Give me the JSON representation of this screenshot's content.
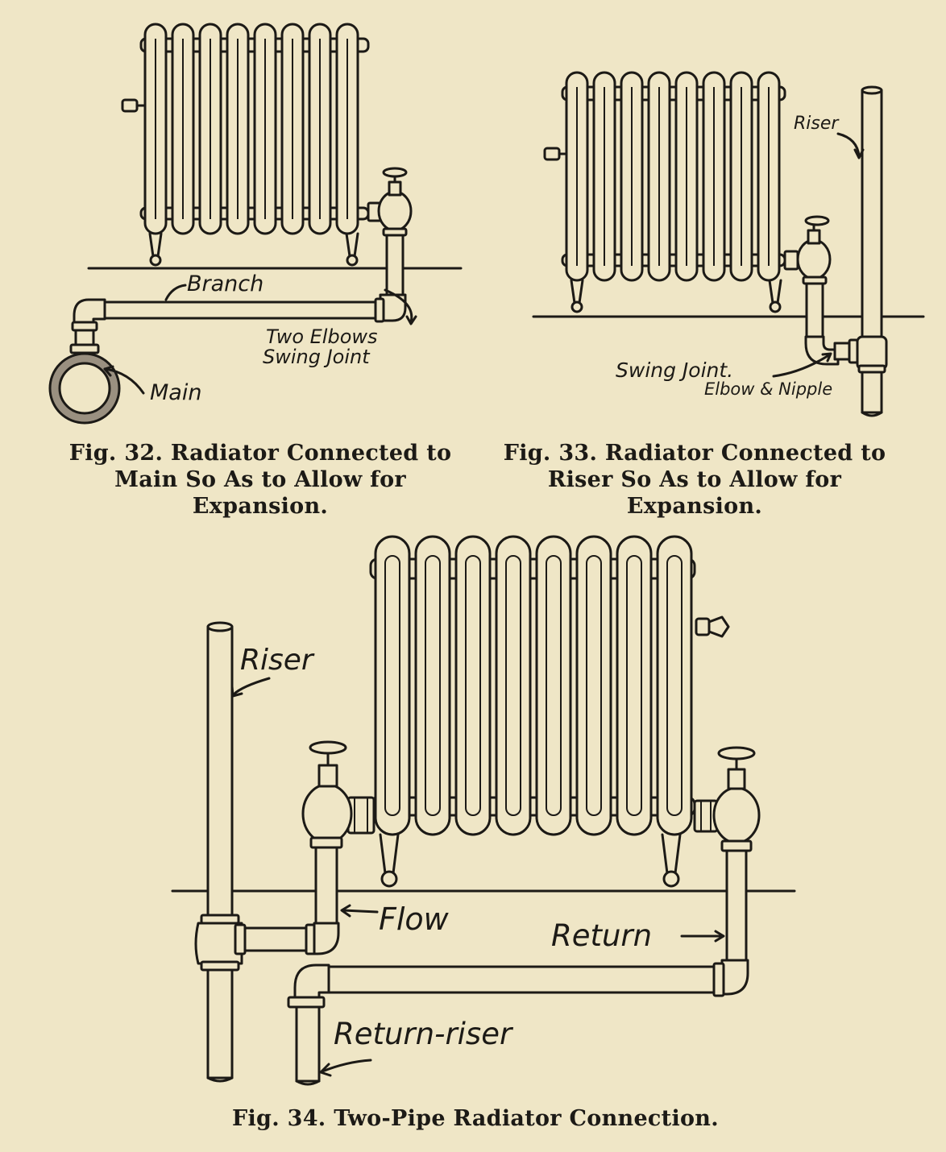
{
  "fig32": {
    "caption_lines": [
      "Fig. 32. Radiator Connected to",
      "Main So As to Allow for",
      "Expansion."
    ],
    "labels": {
      "branch": "Branch",
      "elbows_1": "Two Elbows",
      "elbows_2": "Swing Joint",
      "main": "Main"
    }
  },
  "fig33": {
    "caption_lines": [
      "Fig. 33. Radiator Connected to",
      "Riser So As to Allow for",
      "Expansion."
    ],
    "labels": {
      "riser": "Riser",
      "swing_1": "Swing Joint.",
      "swing_2": "Elbow & Nipple"
    }
  },
  "fig34": {
    "caption": "Fig. 34. Two-Pipe Radiator Connection.",
    "labels": {
      "riser": "Riser",
      "flow": "Flow",
      "return": "Return",
      "return_riser": "Return-riser"
    }
  }
}
